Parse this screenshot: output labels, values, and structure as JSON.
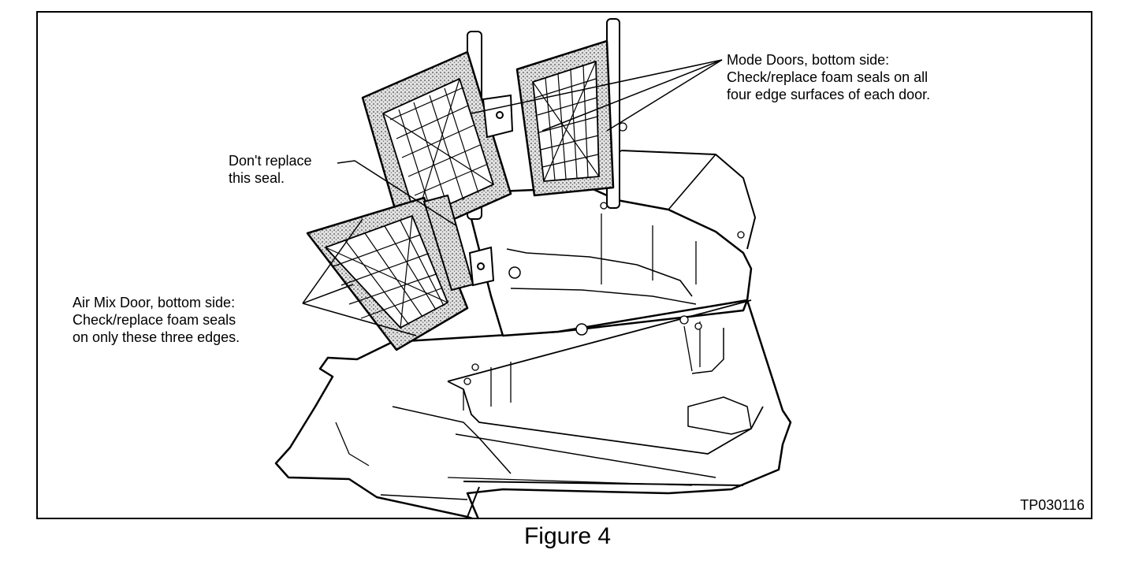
{
  "callouts": {
    "mode_doors": {
      "line1": "Mode Doors, bottom side:",
      "line2": "Check/replace foam seals on all",
      "line3": "four edge surfaces of each door."
    },
    "dont_replace": {
      "line1": "Don't replace",
      "line2": "this seal."
    },
    "air_mix": {
      "line1": "Air Mix Door, bottom side:",
      "line2": "Check/replace foam seals",
      "line3": "on only these three edges."
    }
  },
  "figure_code": "TP030116",
  "caption": "Figure 4",
  "colors": {
    "ink": "#000000",
    "paper": "#ffffff",
    "foam": "#cfcfcf"
  }
}
